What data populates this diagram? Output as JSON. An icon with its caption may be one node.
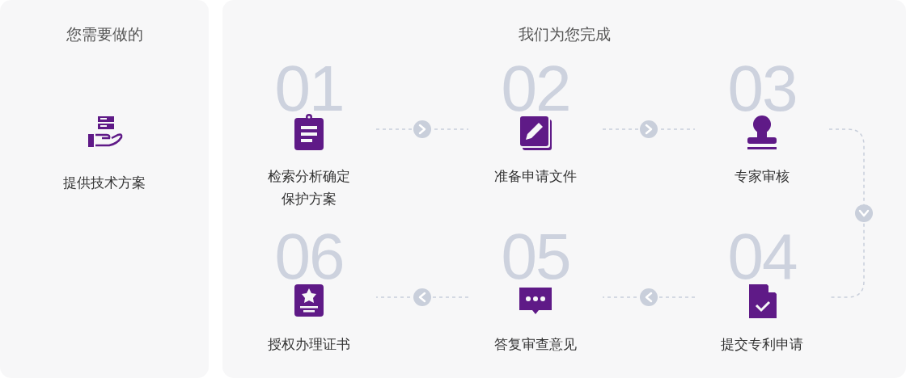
{
  "diagram": {
    "nodes": [
      {
        "text": [
          "您需要做的"
        ]
      },
      {
        "text": [
          "提供技术方案"
        ],
        "in": 0
      },
      {
        "text": [
          "我们为您完成"
        ]
      },
      {
        "text": [
          "01",
          "检索分析确定保护方案"
        ],
        "in": 2
      },
      {
        "text": [
          "02",
          "准备申请文件"
        ],
        "in": 2
      },
      {
        "text": [
          "03",
          "专家审核"
        ],
        "in": 2
      },
      {
        "text": [
          "04",
          "提交专利申请"
        ],
        "in": 2
      },
      {
        "text": [
          "05",
          "答复审查意见"
        ],
        "in": 2
      },
      {
        "text": [
          "06",
          "授权办理证书"
        ],
        "in": 2
      }
    ],
    "edges": [
      {
        "from": 3,
        "to": 4,
        "arrow": "to"
      },
      {
        "from": 4,
        "to": 5,
        "arrow": "to"
      },
      {
        "from": 5,
        "to": 6,
        "arrow": "to"
      },
      {
        "from": 6,
        "to": 7,
        "arrow": "to"
      },
      {
        "from": 7,
        "to": 8,
        "arrow": "to"
      }
    ]
  }
}
